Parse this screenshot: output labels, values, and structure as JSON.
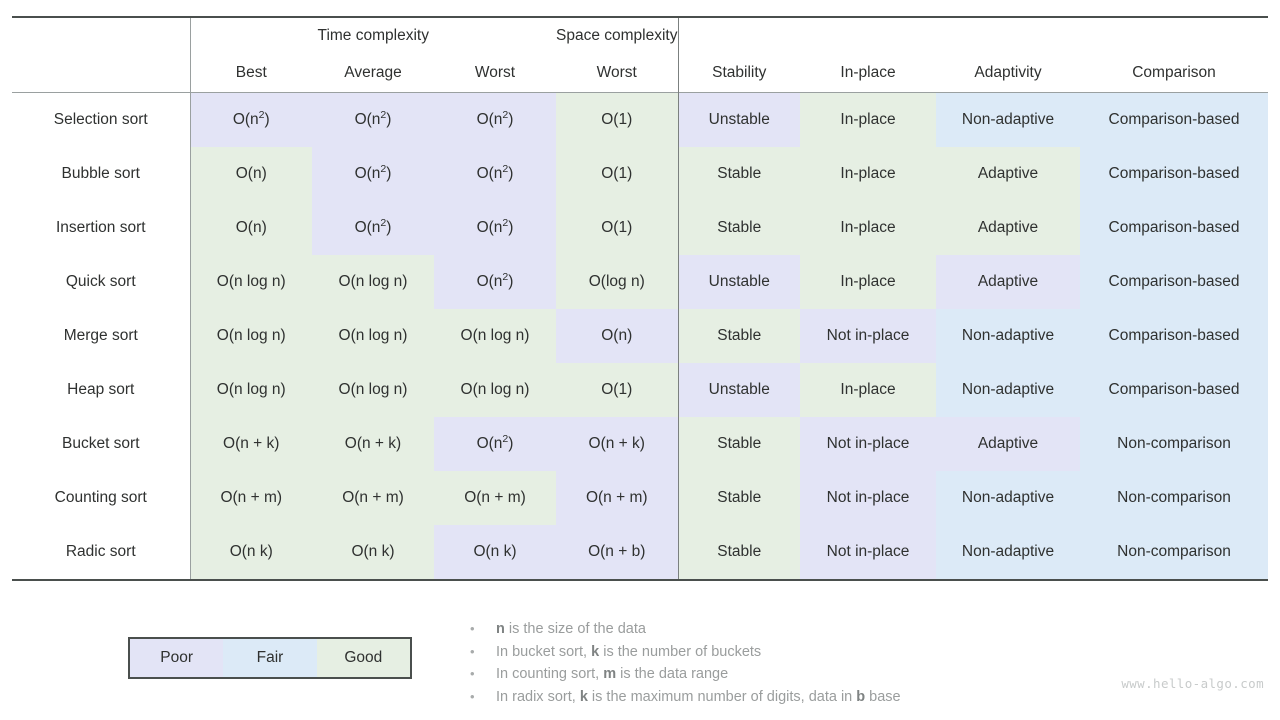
{
  "table": {
    "group_headers": [
      {
        "label": "",
        "span": 1
      },
      {
        "label": "Time complexity",
        "span": 3
      },
      {
        "label": "Space complexity",
        "span": 1
      },
      {
        "label": "",
        "span": 4
      }
    ],
    "columns": [
      {
        "key": "algorithm",
        "label": ""
      },
      {
        "key": "time_best",
        "label": "Best"
      },
      {
        "key": "time_average",
        "label": "Average"
      },
      {
        "key": "time_worst",
        "label": "Worst"
      },
      {
        "key": "space_worst",
        "label": "Worst"
      },
      {
        "key": "stability",
        "label": "Stability"
      },
      {
        "key": "in_place",
        "label": "In-place"
      },
      {
        "key": "adaptivity",
        "label": "Adaptivity"
      },
      {
        "key": "comparison",
        "label": "Comparison"
      }
    ],
    "rows": [
      {
        "algorithm": "Selection sort",
        "cells": [
          {
            "html": "O(n<sup>2</sup>)",
            "text": "O(n2)",
            "quality": "poor"
          },
          {
            "html": "O(n<sup>2</sup>)",
            "text": "O(n2)",
            "quality": "poor"
          },
          {
            "html": "O(n<sup>2</sup>)",
            "text": "O(n2)",
            "quality": "poor"
          },
          {
            "html": "O(1)",
            "text": "O(1)",
            "quality": "good"
          },
          {
            "html": "Unstable",
            "text": "Unstable",
            "quality": "poor"
          },
          {
            "html": "In-place",
            "text": "In-place",
            "quality": "good"
          },
          {
            "html": "Non-adaptive",
            "text": "Non-adaptive",
            "quality": "fair"
          },
          {
            "html": "Comparison-based",
            "text": "Comparison-based",
            "quality": "fair"
          }
        ]
      },
      {
        "algorithm": "Bubble sort",
        "cells": [
          {
            "html": "O(n)",
            "text": "O(n)",
            "quality": "good"
          },
          {
            "html": "O(n<sup>2</sup>)",
            "text": "O(n2)",
            "quality": "poor"
          },
          {
            "html": "O(n<sup>2</sup>)",
            "text": "O(n2)",
            "quality": "poor"
          },
          {
            "html": "O(1)",
            "text": "O(1)",
            "quality": "good"
          },
          {
            "html": "Stable",
            "text": "Stable",
            "quality": "good"
          },
          {
            "html": "In-place",
            "text": "In-place",
            "quality": "good"
          },
          {
            "html": "Adaptive",
            "text": "Adaptive",
            "quality": "good"
          },
          {
            "html": "Comparison-based",
            "text": "Comparison-based",
            "quality": "fair"
          }
        ]
      },
      {
        "algorithm": "Insertion sort",
        "cells": [
          {
            "html": "O(n)",
            "text": "O(n)",
            "quality": "good"
          },
          {
            "html": "O(n<sup>2</sup>)",
            "text": "O(n2)",
            "quality": "poor"
          },
          {
            "html": "O(n<sup>2</sup>)",
            "text": "O(n2)",
            "quality": "poor"
          },
          {
            "html": "O(1)",
            "text": "O(1)",
            "quality": "good"
          },
          {
            "html": "Stable",
            "text": "Stable",
            "quality": "good"
          },
          {
            "html": "In-place",
            "text": "In-place",
            "quality": "good"
          },
          {
            "html": "Adaptive",
            "text": "Adaptive",
            "quality": "good"
          },
          {
            "html": "Comparison-based",
            "text": "Comparison-based",
            "quality": "fair"
          }
        ]
      },
      {
        "algorithm": "Quick sort",
        "cells": [
          {
            "html": "O(n log n)",
            "text": "O(n log n)",
            "quality": "good"
          },
          {
            "html": "O(n log n)",
            "text": "O(n log n)",
            "quality": "good"
          },
          {
            "html": "O(n<sup>2</sup>)",
            "text": "O(n2)",
            "quality": "poor"
          },
          {
            "html": "O(log n)",
            "text": "O(log n)",
            "quality": "good"
          },
          {
            "html": "Unstable",
            "text": "Unstable",
            "quality": "poor"
          },
          {
            "html": "In-place",
            "text": "In-place",
            "quality": "good"
          },
          {
            "html": "Adaptive",
            "text": "Adaptive",
            "quality": "poor"
          },
          {
            "html": "Comparison-based",
            "text": "Comparison-based",
            "quality": "fair"
          }
        ]
      },
      {
        "algorithm": "Merge sort",
        "cells": [
          {
            "html": "O(n log n)",
            "text": "O(n log n)",
            "quality": "good"
          },
          {
            "html": "O(n log n)",
            "text": "O(n log n)",
            "quality": "good"
          },
          {
            "html": "O(n log n)",
            "text": "O(n log n)",
            "quality": "good"
          },
          {
            "html": "O(n)",
            "text": "O(n)",
            "quality": "poor"
          },
          {
            "html": "Stable",
            "text": "Stable",
            "quality": "good"
          },
          {
            "html": "Not in-place",
            "text": "Not in-place",
            "quality": "poor"
          },
          {
            "html": "Non-adaptive",
            "text": "Non-adaptive",
            "quality": "fair"
          },
          {
            "html": "Comparison-based",
            "text": "Comparison-based",
            "quality": "fair"
          }
        ]
      },
      {
        "algorithm": "Heap sort",
        "cells": [
          {
            "html": "O(n log n)",
            "text": "O(n log n)",
            "quality": "good"
          },
          {
            "html": "O(n log n)",
            "text": "O(n log n)",
            "quality": "good"
          },
          {
            "html": "O(n log n)",
            "text": "O(n log n)",
            "quality": "good"
          },
          {
            "html": "O(1)",
            "text": "O(1)",
            "quality": "good"
          },
          {
            "html": "Unstable",
            "text": "Unstable",
            "quality": "poor"
          },
          {
            "html": "In-place",
            "text": "In-place",
            "quality": "good"
          },
          {
            "html": "Non-adaptive",
            "text": "Non-adaptive",
            "quality": "fair"
          },
          {
            "html": "Comparison-based",
            "text": "Comparison-based",
            "quality": "fair"
          }
        ]
      },
      {
        "algorithm": "Bucket sort",
        "cells": [
          {
            "html": "O(n + k)",
            "text": "O(n + k)",
            "quality": "good"
          },
          {
            "html": "O(n + k)",
            "text": "O(n + k)",
            "quality": "good"
          },
          {
            "html": "O(n<sup>2</sup>)",
            "text": "O(n2)",
            "quality": "poor"
          },
          {
            "html": "O(n + k)",
            "text": "O(n + k)",
            "quality": "poor"
          },
          {
            "html": "Stable",
            "text": "Stable",
            "quality": "good"
          },
          {
            "html": "Not in-place",
            "text": "Not in-place",
            "quality": "poor"
          },
          {
            "html": "Adaptive",
            "text": "Adaptive",
            "quality": "poor"
          },
          {
            "html": "Non-comparison",
            "text": "Non-comparison",
            "quality": "fair"
          }
        ]
      },
      {
        "algorithm": "Counting sort",
        "cells": [
          {
            "html": "O(n + m)",
            "text": "O(n + m)",
            "quality": "good"
          },
          {
            "html": "O(n + m)",
            "text": "O(n + m)",
            "quality": "good"
          },
          {
            "html": "O(n + m)",
            "text": "O(n + m)",
            "quality": "good"
          },
          {
            "html": "O(n + m)",
            "text": "O(n + m)",
            "quality": "poor"
          },
          {
            "html": "Stable",
            "text": "Stable",
            "quality": "good"
          },
          {
            "html": "Not in-place",
            "text": "Not in-place",
            "quality": "poor"
          },
          {
            "html": "Non-adaptive",
            "text": "Non-adaptive",
            "quality": "fair"
          },
          {
            "html": "Non-comparison",
            "text": "Non-comparison",
            "quality": "fair"
          }
        ]
      },
      {
        "algorithm": "Radic sort",
        "cells": [
          {
            "html": "O(n k)",
            "text": "O(n k)",
            "quality": "good"
          },
          {
            "html": "O(n k)",
            "text": "O(n k)",
            "quality": "good"
          },
          {
            "html": "O(n k)",
            "text": "O(n k)",
            "quality": "poor"
          },
          {
            "html": "O(n + b)",
            "text": "O(n + b)",
            "quality": "poor"
          },
          {
            "html": "Stable",
            "text": "Stable",
            "quality": "good"
          },
          {
            "html": "Not in-place",
            "text": "Not in-place",
            "quality": "poor"
          },
          {
            "html": "Non-adaptive",
            "text": "Non-adaptive",
            "quality": "fair"
          },
          {
            "html": "Non-comparison",
            "text": "Non-comparison",
            "quality": "fair"
          }
        ]
      }
    ]
  },
  "legend": {
    "items": [
      {
        "label": "Poor",
        "quality": "poor"
      },
      {
        "label": "Fair",
        "quality": "fair"
      },
      {
        "label": "Good",
        "quality": "good"
      }
    ]
  },
  "notes": {
    "bullet": "•",
    "items": [
      {
        "html": "<b>n</b> is the size of the data",
        "text": "n is the size of the data"
      },
      {
        "html": "In bucket sort, <b>k</b> is the number of buckets",
        "text": "In bucket sort, k is the number of buckets"
      },
      {
        "html": "In counting sort, <b>m</b> is the data range",
        "text": "In counting sort, m is the data range"
      },
      {
        "html": "In radix sort, <b>k</b> is the maximum number of digits, data in <b>b</b> base",
        "text": "In radix sort, k is the maximum number of digits, data in b base"
      }
    ]
  },
  "watermark": "www.hello-algo.com",
  "colors": {
    "poor": "#e3e4f6",
    "fair": "#dceaf7",
    "good": "#e6efe3",
    "rule": "#4a4f4d",
    "thin_rule": "#9aa0a0",
    "text": "#2f3130",
    "note_text": "#9a9d9d",
    "watermark": "#c8cbcb"
  }
}
